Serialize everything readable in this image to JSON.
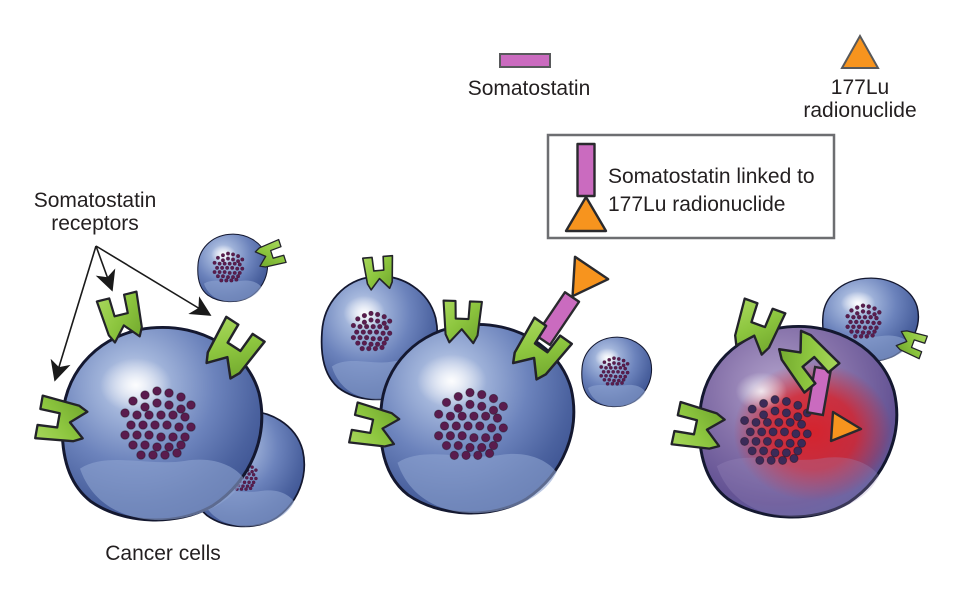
{
  "legend": {
    "somatostatin": {
      "label": "Somatostatin"
    },
    "radionuclide": {
      "line1": "177Lu",
      "line2": "radionuclide"
    },
    "conjugate": {
      "line1": "Somatostatin linked to",
      "line2": "177Lu radionuclide"
    }
  },
  "labels": {
    "receptors_line1": "Somatostatin",
    "receptors_line2": "receptors",
    "cancer_cells": "Cancer cells"
  },
  "icons": {
    "somatostatin_swatch": "pink-rectangle",
    "radionuclide_icon": "orange-triangle",
    "conjugate_icon": "pink-rectangle-with-orange-triangle",
    "receptor_icon": "green-forked-receptor"
  },
  "colors": {
    "background": "#ffffff",
    "text": "#231f20",
    "arrow": "#1a1a1a",
    "box_border": "#6d6e71",
    "swatch_border": "#58595b",
    "shape_outline": "#23232a",
    "somatostatin_pink": "#ca6bbf",
    "radionuclide_orange": "#f7941e",
    "receptor_green_light": "#a7d65b",
    "receptor_green": "#8dc63f",
    "receptor_green_dark": "#6fa52c",
    "cell_outline": "#141830",
    "cell_highlight": "#cfd9ee",
    "cell_light": "#9fb2d9",
    "cell_mid": "#6c83bc",
    "cell_dark": "#4b629f",
    "cell_edge": "#3a508f",
    "cell_band": "#8ea4d1",
    "nucleus_dot": "#5a1c4e",
    "nucleus_dot_irradiated": "#3b2b58",
    "irradiated_light": "#b3a3cc",
    "irradiated_mid": "#8874ab",
    "irradiated_dark": "#645394",
    "irradiated_edge": "#4c5a9c",
    "irradiated_band": "#a08fc2",
    "irradiated_red": "#d81f27"
  }
}
